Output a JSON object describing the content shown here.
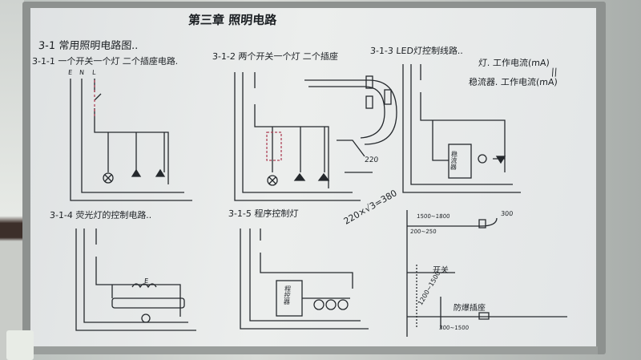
{
  "board": {
    "chapter_title": "第三章 照明电路",
    "section": "3-1 常用照明电路图..",
    "diagrams": [
      {
        "id": "3-1-1",
        "title": "3-1-1 一个开关一个灯 二个插座电路."
      },
      {
        "id": "3-1-2",
        "title": "3-1-2 两个开关一个灯 二个插座"
      },
      {
        "id": "3-1-3",
        "title": "3-1-3 LED灯控制线路.."
      },
      {
        "id": "3-1-4",
        "title": "3-1-4 荧光灯的控制电路.."
      },
      {
        "id": "3-1-5",
        "title": "3-1-5 程序控制灯"
      }
    ],
    "notes": {
      "lamp_current": "灯. 工作电流(mA)",
      "equals": "||",
      "regulator_current": "稳流器. 工作电流(mA)",
      "voltage_formula": "220×√3=380",
      "v220": "220",
      "switch_label": "开关",
      "socket_label": "防爆插座",
      "height_1": "1200~1500",
      "height_2": "300",
      "height_3": "200~250",
      "height_4": "300~1500",
      "height_5": "1500~1800",
      "regulator_box": "稳流器",
      "controller_box": "程控器",
      "bus_labels": [
        "E",
        "N",
        "L"
      ],
      "ballast": "E"
    }
  }
}
